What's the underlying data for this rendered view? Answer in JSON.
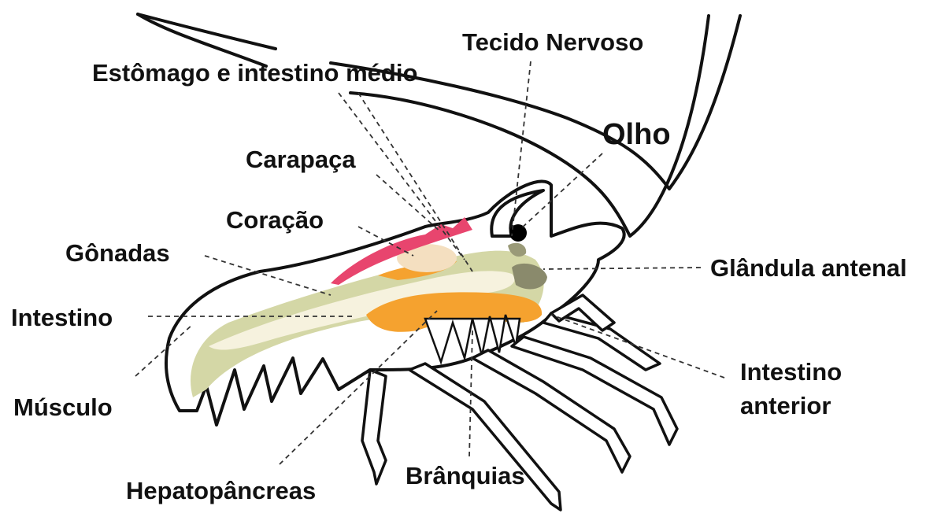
{
  "labels": {
    "tecido_nervoso": "Tecido Nervoso",
    "estomago": "Estômago e intestino médio",
    "olho": "Olho",
    "carapaca": "Carapaça",
    "coracao": "Coração",
    "gonadas": "Gônadas",
    "glandula_antenal": "Glândula antenal",
    "intestino": "Intestino",
    "intestino_anterior_1": "Intestino",
    "intestino_anterior_2": "anterior",
    "musculo": "Músculo",
    "hepatopancreas": "Hepatopâncreas",
    "branquias": "Brânquias"
  },
  "colors": {
    "outline": "#111111",
    "muscle": "#d4d7a6",
    "intestine": "#f6f2de",
    "hepatopancreas": "#f5a22f",
    "heart": "#f4dfc0",
    "carapace": "#e8456e",
    "antennal_gland": "#8a8a6c",
    "eye": "#000000"
  }
}
